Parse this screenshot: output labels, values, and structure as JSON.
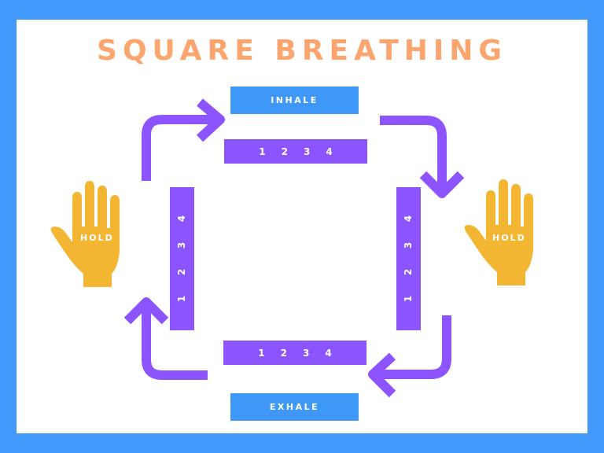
{
  "title": "SQUARE BREATHING",
  "labels": {
    "inhale": "INHALE",
    "exhale": "EXHALE",
    "hold_left": "HOLD",
    "hold_right": "HOLD"
  },
  "counts": {
    "top": [
      "1",
      "2",
      "3",
      "4"
    ],
    "bottom": [
      "1",
      "2",
      "3",
      "4"
    ],
    "left": [
      "1",
      "2",
      "3",
      "4"
    ],
    "right": [
      "1",
      "2",
      "3",
      "4"
    ]
  },
  "colors": {
    "frame": "#4299fb",
    "title": "#fda56f",
    "label_box": "#3f97f8",
    "bar": "#8c54fe",
    "hand": "#f2b632"
  }
}
